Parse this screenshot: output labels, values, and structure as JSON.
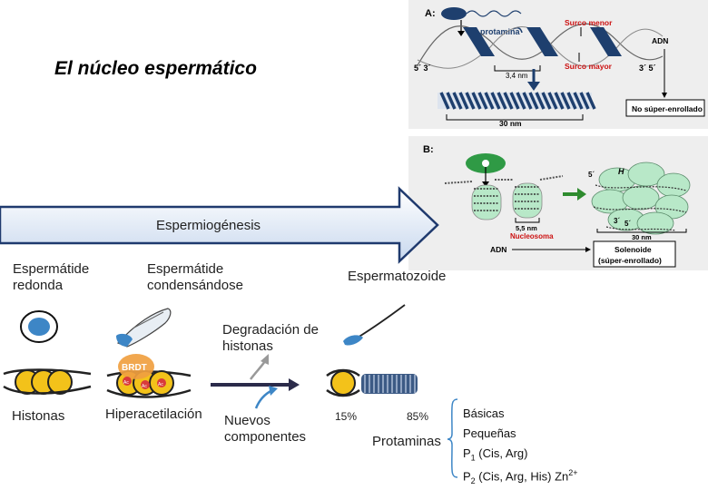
{
  "title": "El núcleo espermático",
  "panel_a": {
    "letter": "A:",
    "protamine": "protamina",
    "minor_groove": "Surco menor",
    "major_groove": "Surco mayor",
    "end_left": "5´  3´",
    "end_right": "3´  5´",
    "dist_small": "3,4 nm",
    "dist_large": "30 nm",
    "adn": "ADN",
    "no_supercoil": "No súper-enrollado"
  },
  "panel_b": {
    "letter": "B:",
    "h": "H",
    "end_left": "5´",
    "end_3": "3´",
    "end_5": "5´",
    "nm_small": "5,5 nm",
    "nucleosome": "Nucleosoma",
    "nm_large": "30 nm",
    "adn": "ADN",
    "solenoid_1": "Solenoide",
    "solenoid_2": "(súper-enrollado)"
  },
  "process": {
    "arrow_label": "Espermiogénesis",
    "round_1": "Espermátide",
    "round_2": "redonda",
    "cond_1": "Espermátide",
    "cond_2": "condensándose",
    "sperm": "Espermatozoide",
    "degr_1": "Degradación de",
    "degr_2": "histonas",
    "new_1": "Nuevos",
    "new_2": "componentes",
    "histones": "Histonas",
    "hyperacetylation": "Hiperacetilación",
    "brdt": "BRDT",
    "ac": "Ac",
    "pct_15": "15%",
    "pct_85": "85%",
    "protamines": "Protaminas"
  },
  "protamine_props": {
    "basic": "Básicas",
    "small": "Pequeñas",
    "p1_letter": "P",
    "p1_sub": "1",
    "p1_rest": " (Cis, Arg)",
    "p2_letter": "P",
    "p2_sub": "2",
    "p2_rest": " (Cis, Arg, His) Zn",
    "p2_sup": "2+"
  },
  "colors": {
    "helix_blue": "#1e3f6e",
    "red_label": "#cc1111",
    "nucleosome_green": "#b8e8c8",
    "arrow_fill_top": "#ffffff",
    "arrow_fill_bottom": "#c8d8ee",
    "yellow": "#f3c21a",
    "sperm_blue": "#3d86c6",
    "brdt_orange": "#f0a040"
  }
}
